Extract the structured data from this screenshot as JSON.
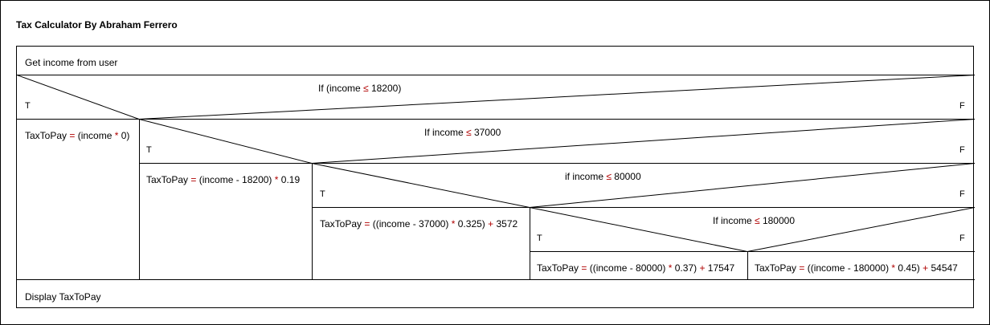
{
  "title": "Tax Calculator By Abraham Ferrero",
  "steps": {
    "get_income": "Get income from user",
    "display": "Display TaxToPay"
  },
  "true_label": "T",
  "false_label": "F",
  "decisions": [
    {
      "condition": {
        "pre": "If (income ",
        "op": "≤",
        "post": " 18200)"
      },
      "true_action": {
        "lhs": "TaxToPay ",
        "eq": "=",
        "a": " (income ",
        "m": "*",
        "b": " 0)",
        "p": "",
        "c": ""
      }
    },
    {
      "condition": {
        "pre": "If income ",
        "op": "≤",
        "post": " 37000"
      },
      "true_action": {
        "lhs": "TaxToPay ",
        "eq": "=",
        "a": " (income - 18200) ",
        "m": "*",
        "b": " 0.19",
        "p": "",
        "c": ""
      }
    },
    {
      "condition": {
        "pre": "if income ",
        "op": "≤",
        "post": " 80000"
      },
      "true_action": {
        "lhs": "TaxToPay ",
        "eq": "=",
        "a": " ((income - 37000) ",
        "m": "*",
        "b": " 0.325) ",
        "p": "+",
        "c": " 3572"
      }
    },
    {
      "condition": {
        "pre": "If income ",
        "op": "≤",
        "post": " 180000"
      },
      "true_action": {
        "lhs": "TaxToPay ",
        "eq": "=",
        "a": " ((income - 80000) ",
        "m": "*",
        "b": " 0.37) ",
        "p": "+",
        "c": " 17547"
      },
      "false_action": {
        "lhs": "TaxToPay ",
        "eq": "=",
        "a": " ((income - 180000) ",
        "m": "*",
        "b": " 0.45) ",
        "p": "+",
        "c": " 54547"
      }
    }
  ],
  "colors": {
    "operator": "#b00000",
    "line": "#000000"
  }
}
